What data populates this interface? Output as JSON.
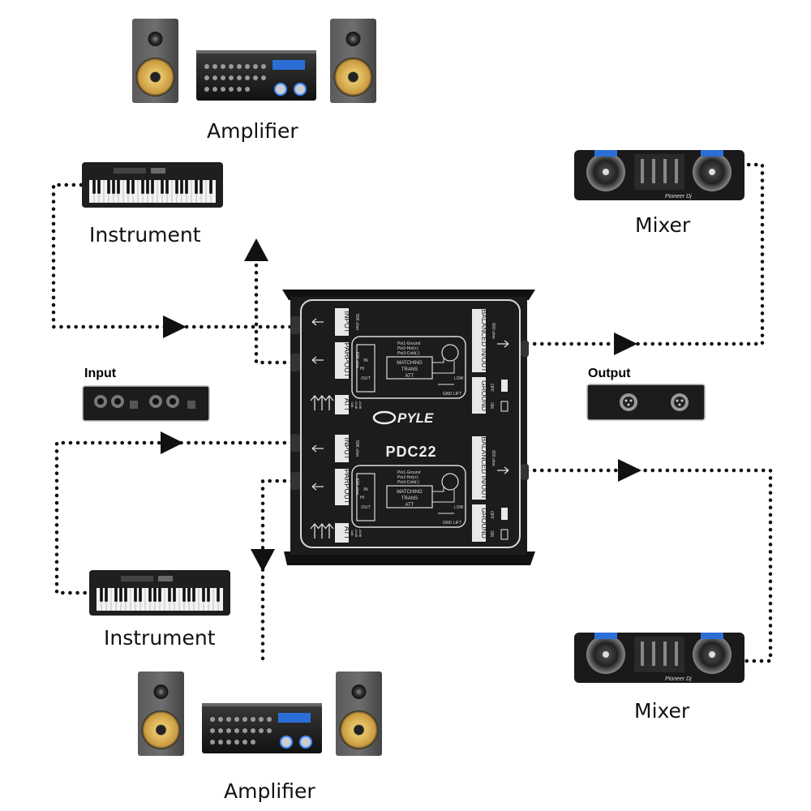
{
  "labels": {
    "amplifier_top": "Amplifier",
    "amplifier_bottom": "Amplifier",
    "instrument_top": "Instrument",
    "instrument_bottom": "Instrument",
    "mixer_top": "Mixer",
    "mixer_bottom": "Mixer",
    "input": "Input",
    "output": "Output"
  },
  "device": {
    "brand": "PYLE",
    "model": "PDC22",
    "channels": [
      {
        "input_label": "INPUT",
        "input_spec": "50K ohm",
        "parpout_label": "PARPOUT",
        "parpout_spec": "50K ohm",
        "att_label": "ATT",
        "att_values": [
          "0dB",
          "-20dB",
          "-40dB"
        ],
        "balanced_label": "BALANCED IN/OUT",
        "balanced_spec": "600 ohm",
        "ground_label": "GROUND",
        "switch_off": "OFF",
        "switch_on": "ON",
        "pin_lines": [
          "Pin1-Ground",
          "Pin2-Hot(+)",
          "Pin3-Cold(-)"
        ],
        "matching_lines": [
          "MATCHING",
          "TRANS",
          "ATT"
        ],
        "in_label": "IN",
        "hi_label": "HI",
        "out_label": "OUT",
        "low_label": "LOW",
        "gnd_label": "GND",
        "lift_label": "LIFT"
      },
      {
        "input_label": "INPUT",
        "input_spec": "50K ohm",
        "parpout_label": "PARPOUT",
        "parpout_spec": "50K ohm",
        "att_label": "ATT",
        "att_values": [
          "0dB",
          "-20dB",
          "-40dB"
        ],
        "balanced_label": "BALANCED IN/OUT",
        "balanced_spec": "600 ohm",
        "ground_label": "GROUND",
        "switch_off": "OFF",
        "switch_on": "ON",
        "pin_lines": [
          "Pin1-Ground",
          "Pin2-Hot(+)",
          "Pin3-Cold(-)"
        ],
        "matching_lines": [
          "MATCHING",
          "TRANS",
          "ATT"
        ],
        "in_label": "IN",
        "hi_label": "HI",
        "out_label": "OUT",
        "low_label": "LOW",
        "gnd_label": "GND",
        "lift_label": "LIFT"
      }
    ]
  },
  "mixer_brand": "Pioneer Dj",
  "colors": {
    "device_body": "#1c1c1c",
    "device_border": "#cfcfcf",
    "line": "#111111",
    "woofer": "#d9b25a",
    "speaker_cabinet": "#4a4a4a"
  }
}
